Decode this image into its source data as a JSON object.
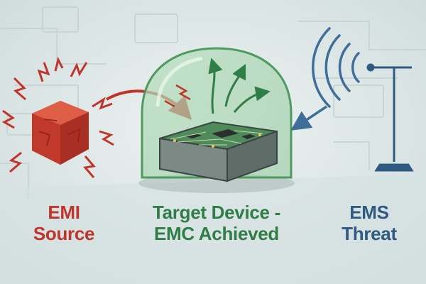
{
  "labels": {
    "emi": {
      "line1": "EMI",
      "line2": "Source",
      "color": "#c0352b"
    },
    "target": {
      "line1": "Target Device -",
      "line2": "EMC Achieved",
      "color": "#2f7d47"
    },
    "ems": {
      "line1": "EMS",
      "line2": "Threat",
      "color": "#2f5b82"
    }
  },
  "colors": {
    "background": "#dfe8e9",
    "emi_red": "#c0352b",
    "shield_green": "#4f9a5f",
    "ems_blue": "#2f5b82",
    "device_gray": "#7a8a86",
    "pcb_green": "#3c7a4a"
  },
  "icons": {
    "emi_source": "red-cube-emitter-icon",
    "shield": "glass-dome-shield-icon",
    "device": "circuit-board-box-icon",
    "antenna": "radio-antenna-icon"
  }
}
